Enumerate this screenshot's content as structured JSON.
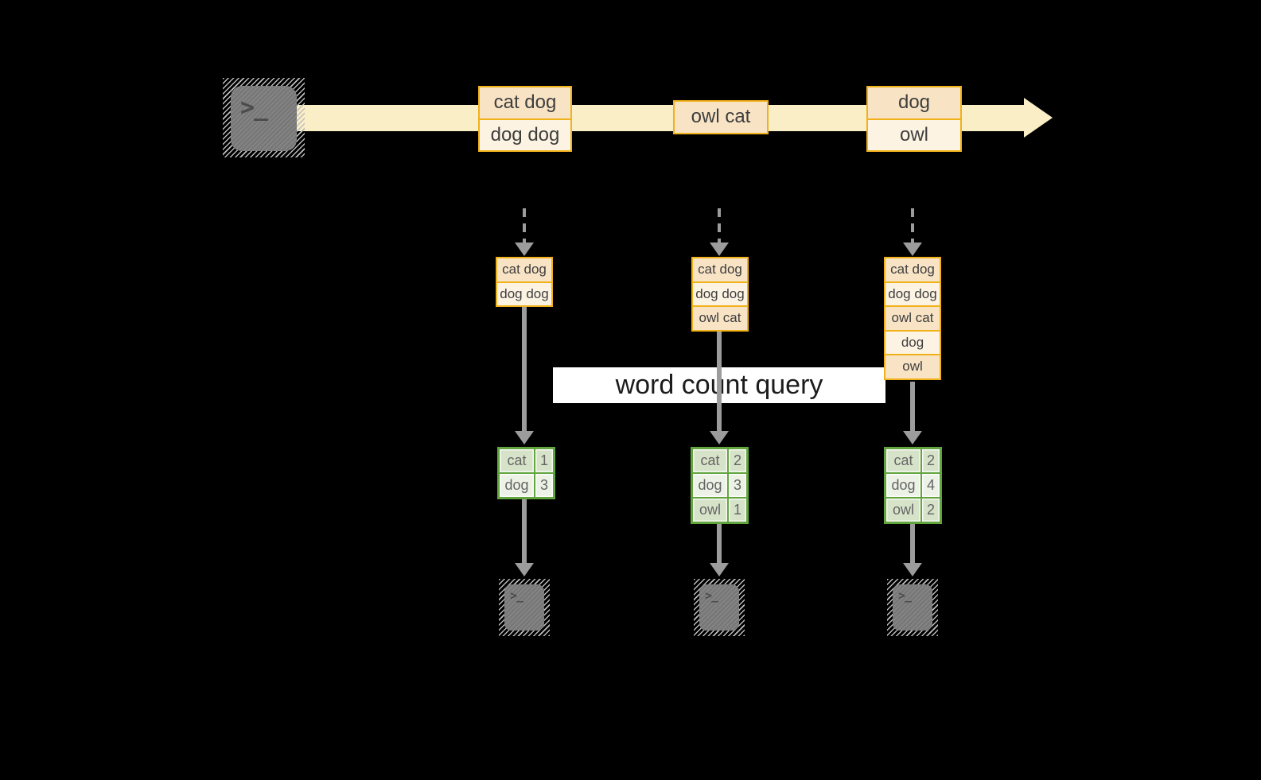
{
  "banner": {
    "label": "word count query"
  },
  "stream": {
    "source": {
      "icon": "terminal-icon",
      "prompt": ">_"
    },
    "batches": [
      {
        "messages": [
          "cat dog",
          "dog dog"
        ]
      },
      {
        "messages": [
          "owl cat"
        ]
      },
      {
        "messages": [
          "dog",
          "owl"
        ]
      }
    ]
  },
  "pipelines": [
    {
      "buffer": [
        "cat dog",
        "dog dog"
      ],
      "counts": {
        "rows": [
          {
            "word": "cat",
            "value": "1"
          },
          {
            "word": "dog",
            "value": "3"
          }
        ]
      },
      "sink": {
        "icon": "terminal-icon",
        "prompt": ">_"
      }
    },
    {
      "buffer": [
        "cat dog",
        "dog dog",
        "owl cat"
      ],
      "counts": {
        "rows": [
          {
            "word": "cat",
            "value": "2"
          },
          {
            "word": "dog",
            "value": "3"
          },
          {
            "word": "owl",
            "value": "1"
          }
        ]
      },
      "sink": {
        "icon": "terminal-icon",
        "prompt": ">_"
      }
    },
    {
      "buffer": [
        "cat dog",
        "dog dog",
        "owl cat",
        "dog",
        "owl"
      ],
      "counts": {
        "rows": [
          {
            "word": "cat",
            "value": "2"
          },
          {
            "word": "dog",
            "value": "4"
          },
          {
            "word": "owl",
            "value": "2"
          }
        ]
      },
      "sink": {
        "icon": "terminal-icon",
        "prompt": ">_"
      }
    }
  ],
  "colors": {
    "background": "#000000",
    "stream_band": "#faeec6",
    "box_border": "#f0b119",
    "box_fill_dark": "#f8e3c5",
    "box_fill_light": "#fdf3e3",
    "table_border": "#62a53f",
    "table_cell_dark": "#d7e3c9",
    "table_cell_light": "#edf2e6",
    "arrow_gray": "#9c9c9c",
    "terminal_gray": "#7d7d7d",
    "banner_bg": "#ffffff",
    "text_dark": "#3e3e3e"
  }
}
